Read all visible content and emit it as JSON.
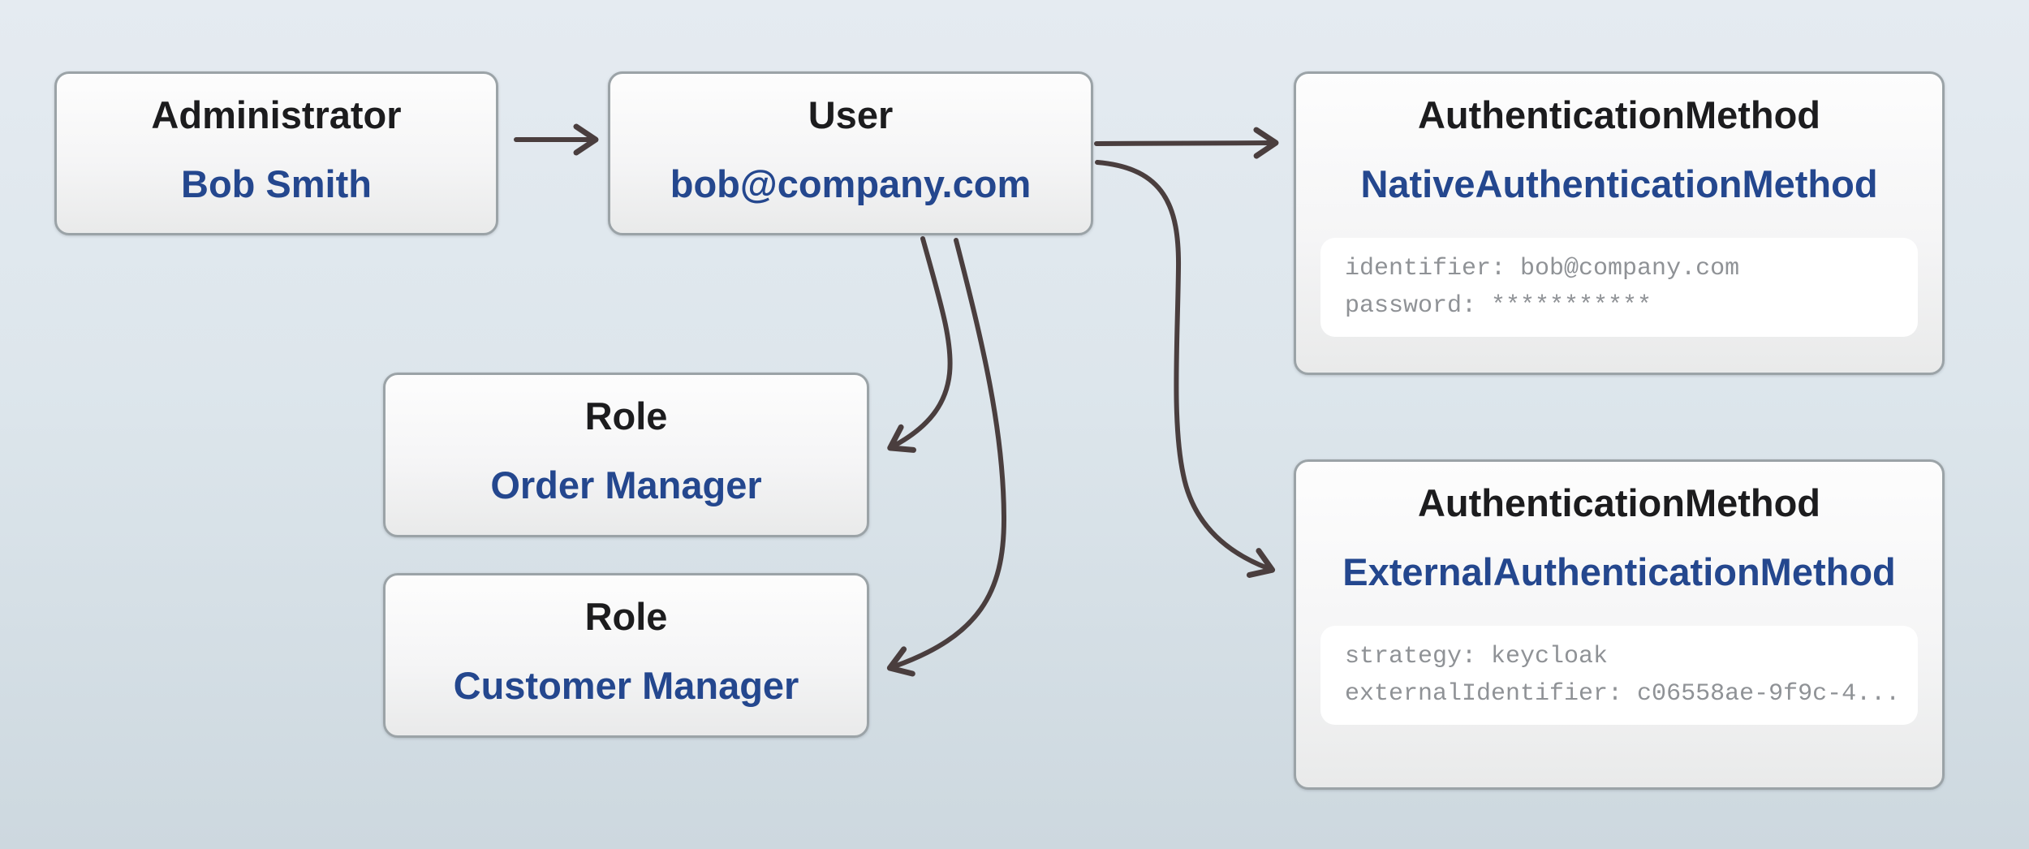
{
  "diagram": {
    "nodes": {
      "administrator": {
        "type_label": "Administrator",
        "instance_label": "Bob Smith"
      },
      "user": {
        "type_label": "User",
        "instance_label": "bob@company.com"
      },
      "native_authentication_method": {
        "type_label": "AuthenticationMethod",
        "instance_label": "NativeAuthenticationMethod",
        "attributes": {
          "identifier": "identifier: bob@company.com",
          "password": "password: ***********"
        }
      },
      "role_order_manager": {
        "type_label": "Role",
        "instance_label": "Order Manager"
      },
      "role_customer_manager": {
        "type_label": "Role",
        "instance_label": "Customer Manager"
      },
      "external_authentication_method": {
        "type_label": "AuthenticationMethod",
        "instance_label": "ExternalAuthenticationMethod",
        "attributes": {
          "strategy": "strategy: keycloak",
          "external_identifier": "externalIdentifier: c06558ae-9f9c-4..."
        }
      }
    },
    "edges": [
      {
        "from": "Administrator (Bob Smith)",
        "to": "User (bob@company.com)"
      },
      {
        "from": "User (bob@company.com)",
        "to": "AuthenticationMethod (NativeAuthenticationMethod)"
      },
      {
        "from": "User (bob@company.com)",
        "to": "AuthenticationMethod (ExternalAuthenticationMethod)"
      },
      {
        "from": "User (bob@company.com)",
        "to": "Role (Order Manager)"
      },
      {
        "from": "User (bob@company.com)",
        "to": "Role (Customer Manager)"
      }
    ],
    "colors": {
      "background_top": "#e5ebf1",
      "background_bottom": "#cdd8df",
      "node_fill_top": "#fdfdfd",
      "node_fill_bottom": "#e9eaea",
      "node_border": "#9ba3a7",
      "type_text": "#1c1c1e",
      "instance_text": "#24478e",
      "attribute_text": "#8f9296",
      "attribute_panel_bg": "#ffffff",
      "arrow": "#4a3e3e"
    }
  }
}
